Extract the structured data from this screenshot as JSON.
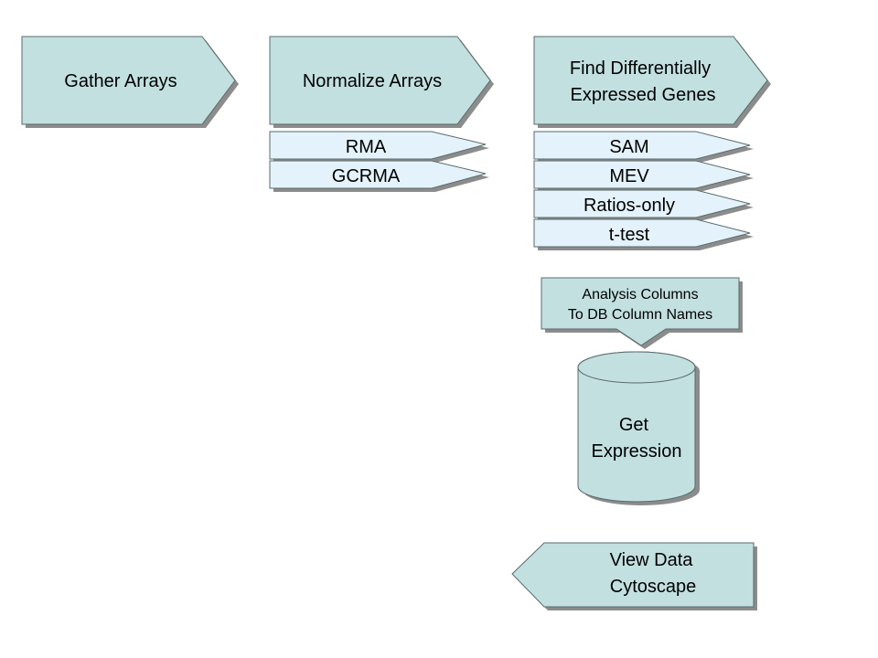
{
  "colors": {
    "process_fill": "#c3e0e0",
    "method_fill": "#e4f2fb",
    "stroke": "#5a6a6a",
    "shadow": "#8c8c8c"
  },
  "steps": {
    "gather": {
      "lines": [
        "Gather Arrays"
      ]
    },
    "normalize": {
      "lines": [
        "Normalize Arrays"
      ]
    },
    "find": {
      "lines": [
        "Find Differentially",
        "Expressed Genes"
      ]
    }
  },
  "normalize_methods": [
    "RMA",
    "GCRMA"
  ],
  "de_methods": [
    "SAM",
    "MEV",
    "Ratios-only",
    "t-test"
  ],
  "mapping": {
    "lines": [
      "Analysis Columns",
      "To DB Column Names"
    ]
  },
  "database": {
    "lines": [
      "Get",
      "Expression"
    ]
  },
  "output": {
    "lines": [
      "View Data",
      "Cytoscape"
    ]
  }
}
